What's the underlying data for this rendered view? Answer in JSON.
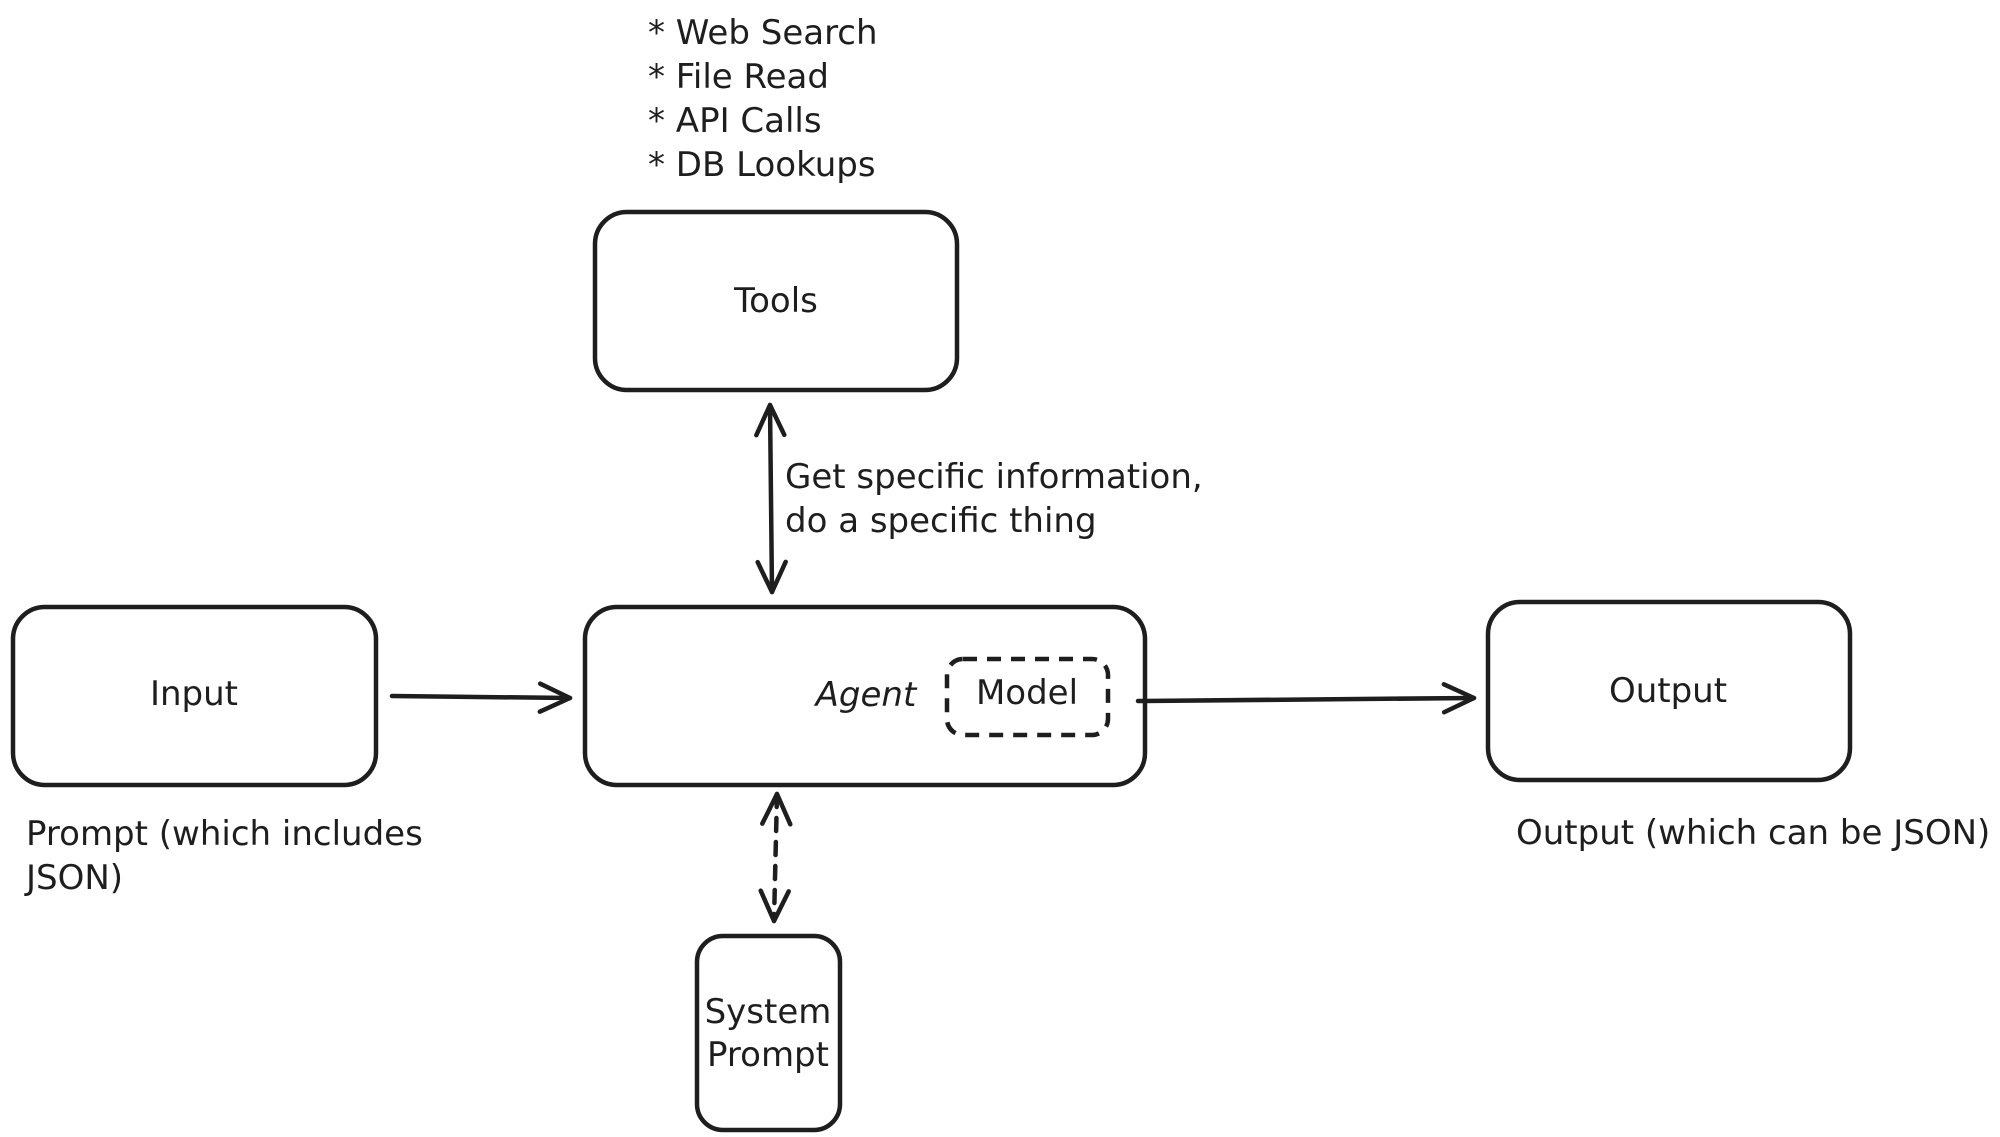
{
  "tools_list": {
    "items": [
      "* Web Search",
      "* File Read",
      "* API Calls",
      "* DB Lookups"
    ]
  },
  "nodes": {
    "tools": "Tools",
    "input": "Input",
    "agent": "Agent",
    "model": "Model",
    "output": "Output",
    "system_prompt": [
      "System",
      "Prompt"
    ]
  },
  "annotations": {
    "tools_link": [
      "Get specific information,",
      "do a specific thing"
    ],
    "input_note": [
      "Prompt (which includes",
      "JSON)"
    ],
    "output_note": "Output (which can be JSON)"
  },
  "style": {
    "stroke_color": "#1e1e1e",
    "background": "#ffffff"
  }
}
